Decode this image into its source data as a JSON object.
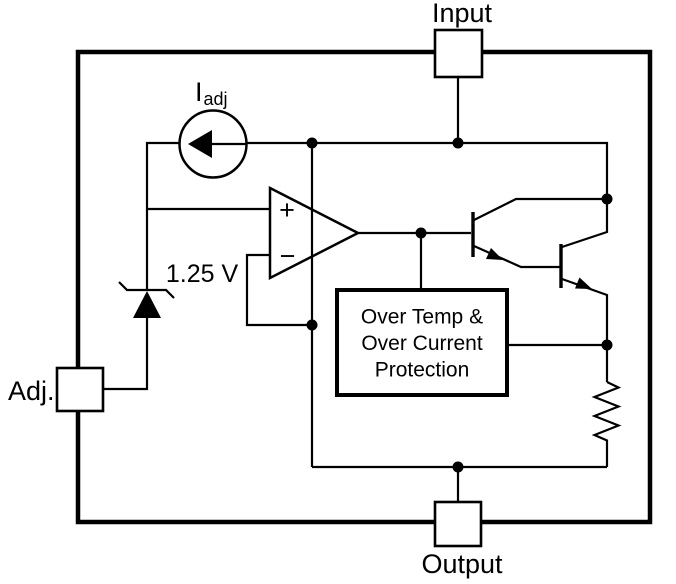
{
  "diagram": {
    "background_color": "#ffffff",
    "line_color": "#000000",
    "pins": {
      "input": {
        "label": "Input"
      },
      "output": {
        "label": "Output"
      },
      "adjust": {
        "label": "Adj."
      }
    },
    "current_source": {
      "label_main": "I",
      "label_sub": "adj"
    },
    "reference": {
      "label": "1.25 V"
    },
    "opamp": {
      "plus_label": "+",
      "minus_label": "−"
    },
    "protection_block": {
      "line1": "Over Temp &",
      "line2": "Over Current",
      "line3": "Protection"
    }
  }
}
